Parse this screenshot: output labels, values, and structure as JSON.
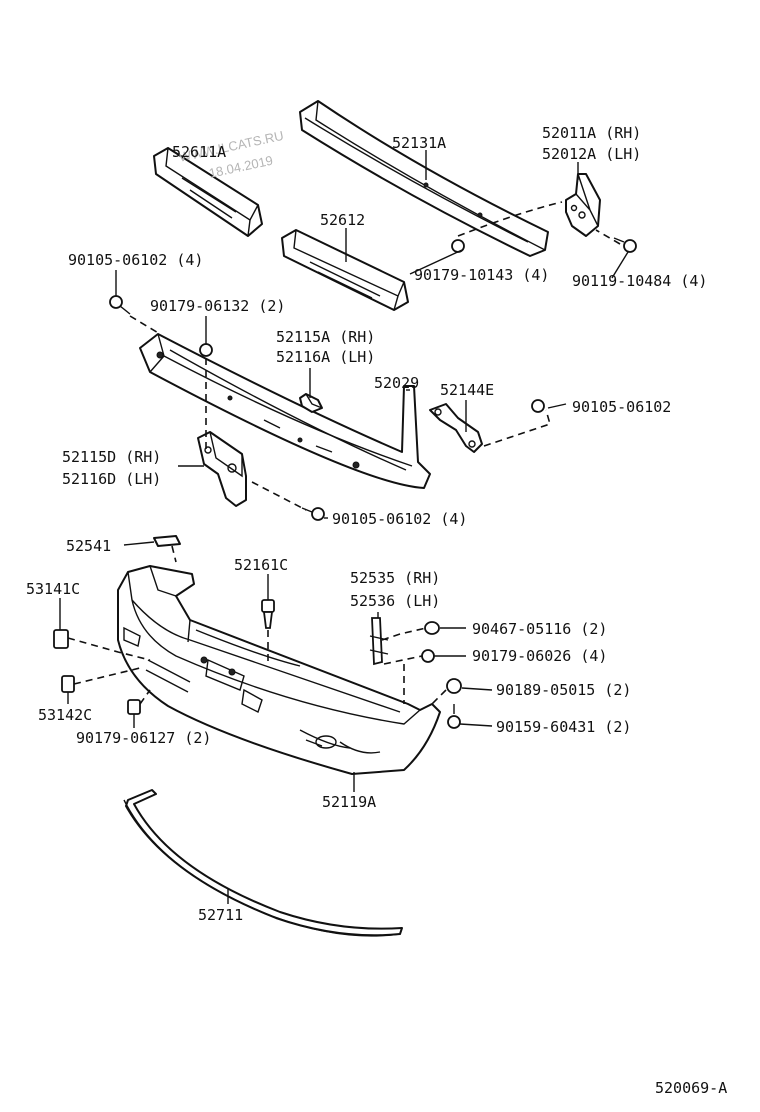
{
  "watermark": {
    "site": "WWW.ILCATS.RU",
    "date": "18.04.2019"
  },
  "labels": {
    "p52611A": "52611A",
    "p52131A": "52131A",
    "p52011A": "52011A (RH)",
    "p52012A": "52012A (LH)",
    "p52612": "52612",
    "p90179_10143": "90179-10143 (4)",
    "p90119_10484": "90119-10484 (4)",
    "p90105_06102a": "90105-06102 (4)",
    "p90179_06132": "90179-06132 (2)",
    "p52115A": "52115A (RH)",
    "p52116A": "52116A (LH)",
    "p52029": "52029",
    "p52144E": "52144E",
    "p90105_06102b": "90105-06102",
    "p52115D": "52115D (RH)",
    "p52116D": "52116D (LH)",
    "p90105_06102c": "90105-06102 (4)",
    "p52541": "52541",
    "p52161C": "52161C",
    "p53141C": "53141C",
    "p52535": "52535 (RH)",
    "p52536": "52536 (LH)",
    "p90467_05116": "90467-05116 (2)",
    "p90179_06026": "90179-06026 (4)",
    "p90189_05015": "90189-05015 (2)",
    "p90159_60431": "90159-60431 (2)",
    "p53142C": "53142C",
    "p90179_06127": "90179-06127 (2)",
    "p52119A": "52119A",
    "p52711": "52711"
  },
  "diagram_code": "520069-A"
}
